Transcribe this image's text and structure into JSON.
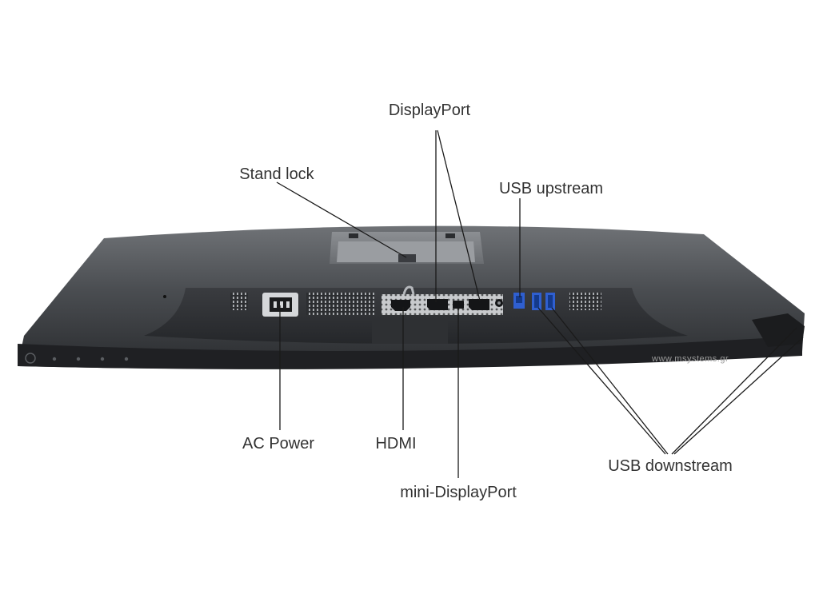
{
  "labels": {
    "displayport": "DisplayPort",
    "stand_lock": "Stand lock",
    "usb_upstream": "USB upstream",
    "ac_power": "AC Power",
    "hdmi": "HDMI",
    "mini_displayport": "mini-DisplayPort",
    "usb_downstream": "USB downstream"
  },
  "watermark": "www.msystems.gr",
  "colors": {
    "body_dark": "#2b2d30",
    "body_mid": "#4a4c50",
    "body_light": "#7b7e82",
    "usb_blue": "#2f5fd0",
    "leader": "#1a1a1a",
    "text": "#333333"
  }
}
